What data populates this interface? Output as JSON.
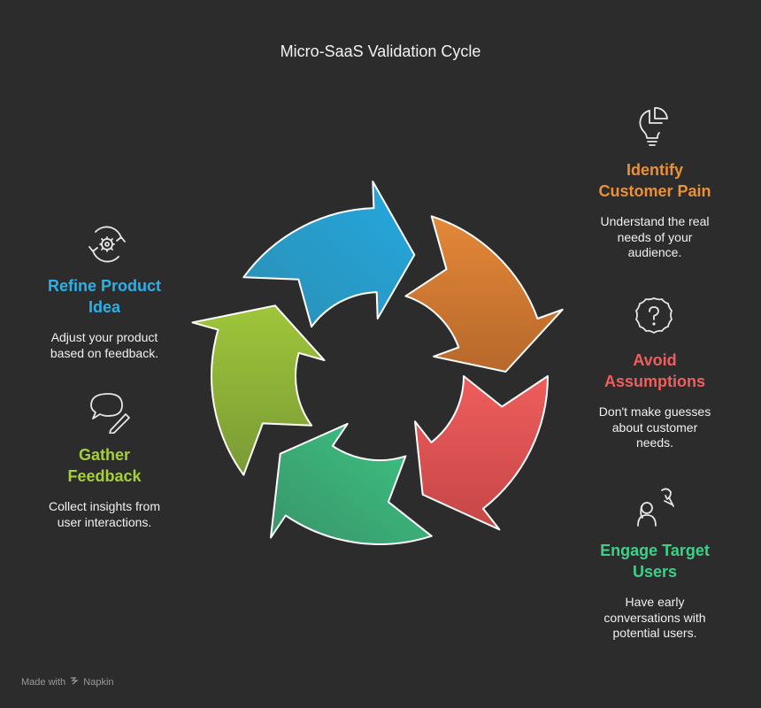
{
  "title": "Micro-SaaS Validation Cycle",
  "steps": [
    {
      "heading_line1": "Identify",
      "heading_line2": "Customer Pain",
      "desc_line1": "Understand the real",
      "desc_line2": "needs of your",
      "desc_line3": "audience.",
      "color": "#e9913a",
      "icon": "lightbulb-pie-icon"
    },
    {
      "heading_line1": "Avoid",
      "heading_line2": "Assumptions",
      "desc_line1": "Don't make guesses",
      "desc_line2": "about customer",
      "desc_line3": "needs.",
      "color": "#ef5f5f",
      "icon": "question-badge-icon"
    },
    {
      "heading_line1": "Engage Target",
      "heading_line2": "Users",
      "desc_line1": "Have early",
      "desc_line2": "conversations with",
      "desc_line3": "potential users.",
      "color": "#3ecf8a",
      "icon": "users-conversation-icon"
    },
    {
      "heading_line1": "Gather",
      "heading_line2": "Feedback",
      "desc_line1": "Collect insights from",
      "desc_line2": "user interactions.",
      "color": "#a6cf3b",
      "icon": "speech-bubble-pen-icon"
    },
    {
      "heading_line1": "Refine Product",
      "heading_line2": "Idea",
      "desc_line1": "Adjust your product",
      "desc_line2": "based on feedback.",
      "color": "#2ab1ea",
      "icon": "gear-cycle-icon"
    }
  ],
  "footer": {
    "made_with": "Made with",
    "brand": "Napkin"
  }
}
